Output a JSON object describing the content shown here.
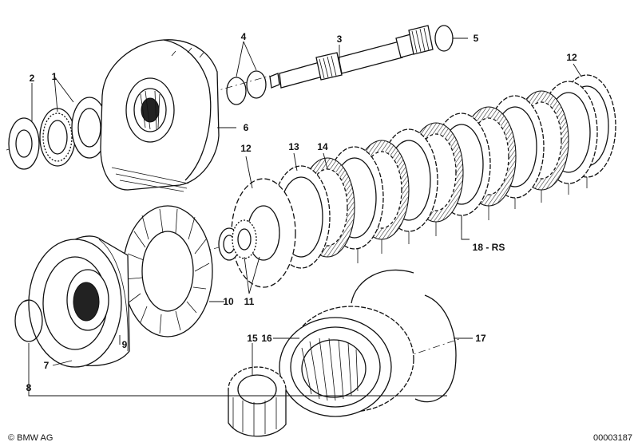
{
  "callouts": [
    {
      "id": "c1",
      "text": "1"
    },
    {
      "id": "c2",
      "text": "2"
    },
    {
      "id": "c3",
      "text": "3"
    },
    {
      "id": "c4",
      "text": "4"
    },
    {
      "id": "c5",
      "text": "5"
    },
    {
      "id": "c6",
      "text": "6"
    },
    {
      "id": "c7",
      "text": "7"
    },
    {
      "id": "c8",
      "text": "8"
    },
    {
      "id": "c9",
      "text": "9"
    },
    {
      "id": "c10",
      "text": "10"
    },
    {
      "id": "c11",
      "text": "11"
    },
    {
      "id": "c12a",
      "text": "12"
    },
    {
      "id": "c12b",
      "text": "12"
    },
    {
      "id": "c13",
      "text": "13"
    },
    {
      "id": "c14",
      "text": "14"
    },
    {
      "id": "c15",
      "text": "15"
    },
    {
      "id": "c16",
      "text": "16"
    },
    {
      "id": "c17",
      "text": "17"
    },
    {
      "id": "c18",
      "text": "18 - RS"
    }
  ],
  "footer": {
    "copyright": "© BMW AG",
    "diagram_number": "00003187"
  }
}
